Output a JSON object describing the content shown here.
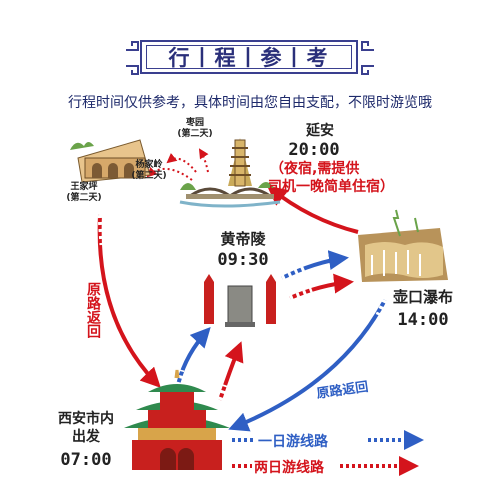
{
  "title": "行丨程丨参丨考",
  "subtitle": "行程时间仅供参考，具体时间由您自由支配，不限时游览哦",
  "nodes": {
    "wangjiaping": {
      "name": "王家坪",
      "day": "(第二天)"
    },
    "yangjialing": {
      "name": "杨家岭",
      "day": "(第二天)"
    },
    "zaoyuan": {
      "name": "枣园",
      "day": "(第二天)"
    },
    "yanan": {
      "name": "延安",
      "time": "20:00",
      "note_line1": "（夜宿,需提供",
      "note_line2": "司机一晚简单住宿）"
    },
    "huangdiling": {
      "name": "黄帝陵",
      "time": "09:30"
    },
    "hukou": {
      "name": "壶口瀑布",
      "time": "14:00"
    },
    "xian": {
      "name_line1": "西安市内",
      "name_line2": "出发",
      "time": "07:00"
    }
  },
  "route_labels": {
    "left_return": "原路返回",
    "right_return": "原路返回"
  },
  "legend": {
    "one_day": "一日游线路",
    "two_day": "两日游线路"
  },
  "colors": {
    "red": "#d4141c",
    "blue": "#2f5fc4",
    "title": "#2a2f7a"
  }
}
